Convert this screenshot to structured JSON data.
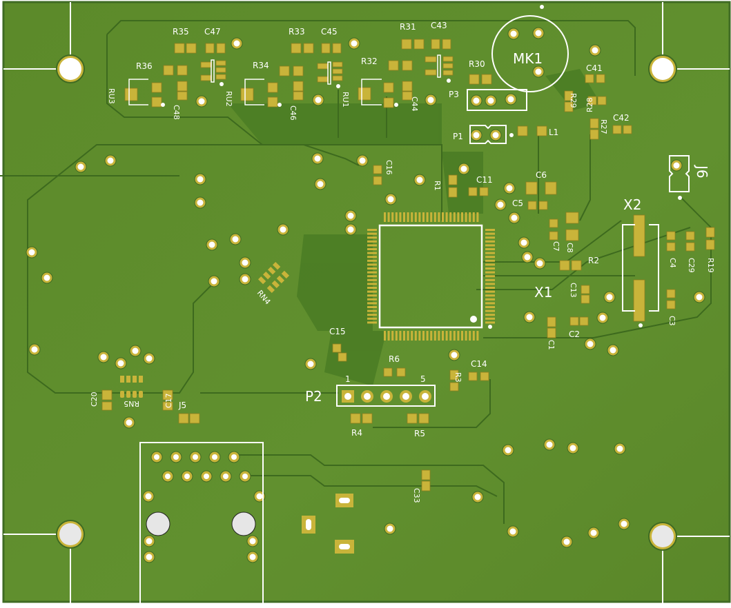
{
  "view": {
    "title": "PCB 3D view - top layer",
    "colors": {
      "board": "#5f8a2c",
      "board_edge": "#3f6b23",
      "copper_trace": "#3d6a1e",
      "copper_pour_dark": "#3b6f22",
      "pad": "#c9b43a",
      "pad_edge": "#8e7d1f",
      "hole": "#ffffff",
      "silkscreen": "#ffffff",
      "mount_hole": "#e6e6e6"
    }
  },
  "designators": {
    "R35": "R35",
    "C47": "C47",
    "R36": "R36",
    "RU3": "RU3",
    "C48": "C48",
    "RU2": "RU2",
    "R33": "R33",
    "C45": "C45",
    "R34": "R34",
    "C46": "C46",
    "RU1": "RU1",
    "R31": "R31",
    "C43": "C43",
    "R32": "R32",
    "C44": "C44",
    "R30": "R30",
    "MK1": "MK1",
    "P3": "P3",
    "P1": "P1",
    "L1": "L1",
    "C41": "C41",
    "R29": "R29",
    "R28": "R28",
    "R27": "R27",
    "C42": "C42",
    "J6": "J6",
    "X2": "X2",
    "C4": "C4",
    "C29": "C29",
    "R19": "R19",
    "C3": "C3",
    "C16": "C16",
    "R1": "R1",
    "C11": "C11",
    "C6": "C6",
    "C5": "C5",
    "C7": "C7",
    "C8": "C8",
    "R2": "R2",
    "X1": "X1",
    "C13": "C13",
    "C1": "C1",
    "C2": "C2",
    "RN4": "RN4",
    "C15": "C15",
    "R6": "R6",
    "R3": "R3",
    "C14": "C14",
    "P2": "P2",
    "P2_pin1": "1",
    "P2_pin5": "5",
    "R4": "R4",
    "R5": "R5",
    "C20": "C20",
    "RN5": "RN5",
    "C17": "C17",
    "J5": "J5",
    "C33": "C33"
  }
}
